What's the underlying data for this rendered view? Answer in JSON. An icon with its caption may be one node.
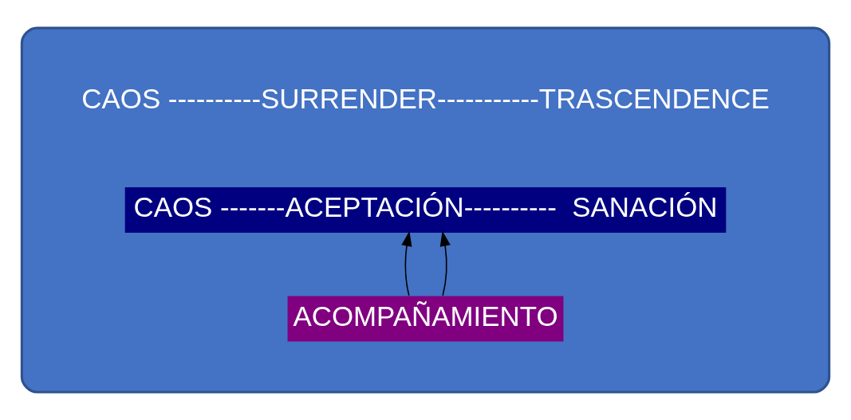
{
  "diagram": {
    "nodes": [
      {
        "text": [],
        "shape": "box"
      },
      {
        "text": [
          "CAOS ----------SURRENDER-----------TRASCENDENCE"
        ],
        "in": 0
      },
      {
        "text": [
          "CAOS -------ACEPTACIÓN----------  SANACIÓN"
        ],
        "in": 0
      },
      {
        "text": [
          "ACOMPAÑAMIENTO"
        ],
        "in": 0
      }
    ],
    "edges": [
      {
        "from": 3,
        "to": 2,
        "arrow": "to"
      },
      {
        "from": 3,
        "to": 2,
        "arrow": "to"
      }
    ]
  }
}
